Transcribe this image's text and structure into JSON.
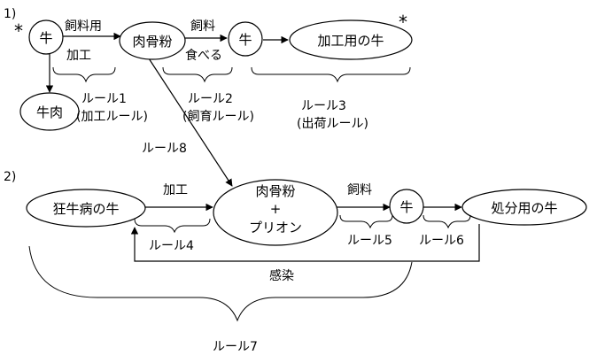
{
  "sections": {
    "s1": "1)",
    "s2": "2)"
  },
  "marks": {
    "star": "*"
  },
  "nodes": {
    "cow1": "牛",
    "bonemeal": "肉骨粉",
    "cow2": "牛",
    "processed_cow": "加工用の牛",
    "beef": "牛肉",
    "bse_cow": "狂牛病の牛",
    "bonemeal_prion_1": "肉骨粉",
    "bonemeal_prion_2": "+",
    "bonemeal_prion_3": "プリオン",
    "cow3": "牛",
    "disposal_cow": "処分用の牛"
  },
  "edge_labels": {
    "feed_use": "飼料用",
    "process1": "加工",
    "feed1": "飼料",
    "eat": "食べる",
    "process2": "加工",
    "feed2": "飼料",
    "rule8": "ルール8",
    "infection": "感染"
  },
  "rules": {
    "rule1": "ルール1",
    "rule1_sub": "(加工ルール)",
    "rule2": "ルール2",
    "rule2_sub": "(飼育ルール)",
    "rule3": "ルール3",
    "rule3_sub": "(出荷ルール)",
    "rule4": "ルール4",
    "rule5": "ルール5",
    "rule6": "ルール6",
    "rule7": "ルール7"
  }
}
